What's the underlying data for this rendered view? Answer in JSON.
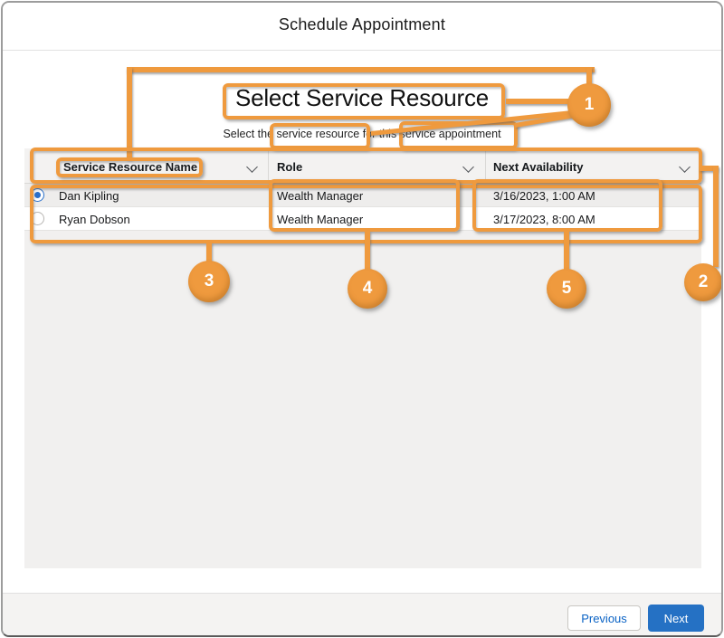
{
  "window": {
    "title": "Schedule Appointment"
  },
  "step": {
    "heading": "Select Service Resource",
    "subtitle": "Select the service resource for this service appointment"
  },
  "table": {
    "columns": [
      {
        "label": "Service Resource Name"
      },
      {
        "label": "Role"
      },
      {
        "label": "Next Availability"
      }
    ],
    "rows": [
      {
        "name": "Dan Kipling",
        "role": "Wealth Manager",
        "availability": "3/16/2023, 1:00 AM",
        "selected": true
      },
      {
        "name": "Ryan Dobson",
        "role": "Wealth Manager",
        "availability": "3/17/2023, 8:00 AM",
        "selected": false
      }
    ]
  },
  "footer": {
    "previous_label": "Previous",
    "next_label": "Next"
  },
  "annotations": {
    "callouts": [
      "1",
      "2",
      "3",
      "4",
      "5"
    ]
  },
  "colors": {
    "annotation_orange": "#EF9A3E",
    "brand_button_blue": "#2571C4",
    "radio_selected_blue": "#2A6FC9",
    "link_blue": "#0B63C5"
  }
}
